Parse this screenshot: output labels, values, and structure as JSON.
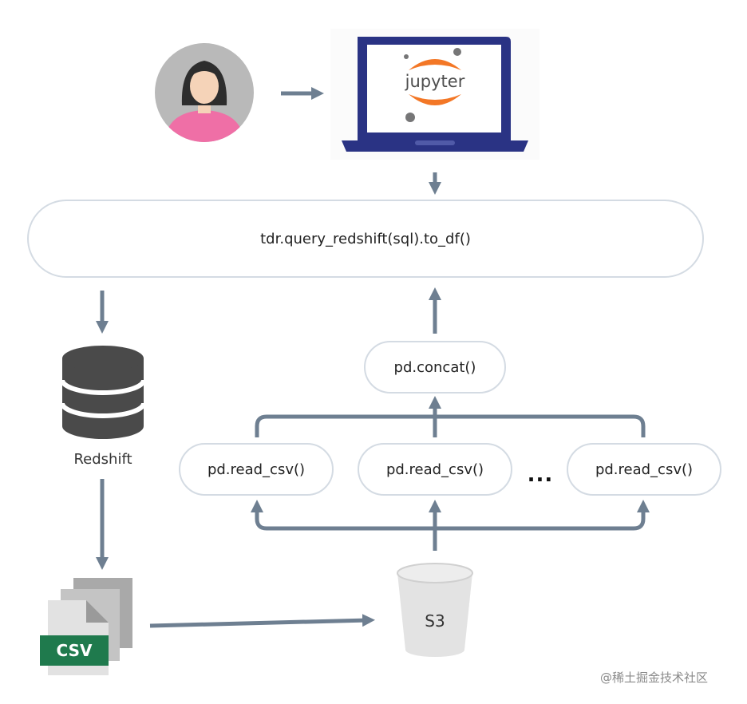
{
  "diagram": {
    "main_call": "tdr.query_redshift(sql).to_df()",
    "concat": "pd.concat()",
    "read_csv": [
      "pd.read_csv()",
      "pd.read_csv()",
      "pd.read_csv()"
    ],
    "ellipsis": "...",
    "redshift_label": "Redshift",
    "s3_label": "S3",
    "csv_label": "CSV",
    "jupyter_label": "jupyter"
  },
  "colors": {
    "arrow": "#6e7f91",
    "pill_border": "#d4dbe3",
    "jupyter_orange": "#f37726",
    "laptop": "#2a3384",
    "db": "#4a4a4a",
    "csv_green": "#1f7a4d",
    "avatar_bg": "#b9b9b9",
    "shirt": "#ef6fa6"
  },
  "watermark": "@稀土掘金技术社区"
}
